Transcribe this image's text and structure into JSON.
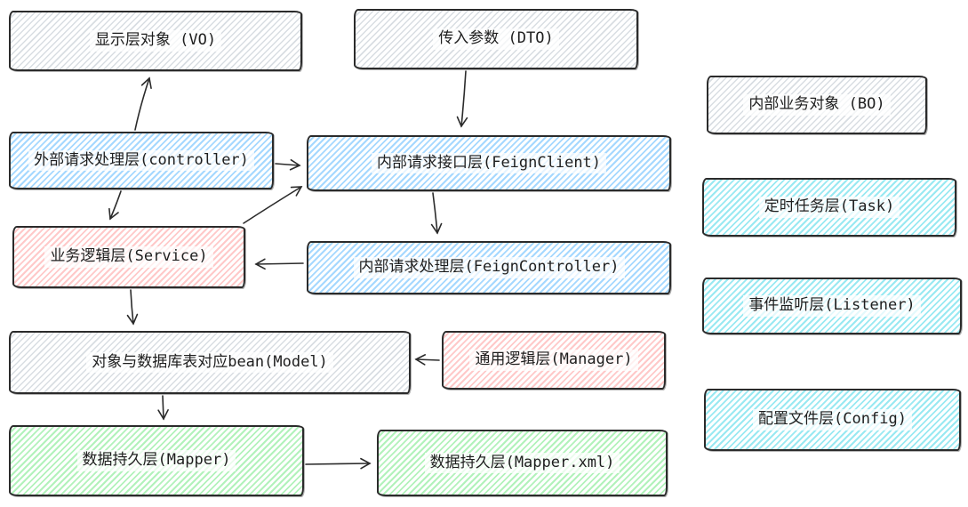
{
  "diagram": {
    "nodes": [
      {
        "id": "vo",
        "label": "显示层对象 (VO)",
        "fill": "gray"
      },
      {
        "id": "dto",
        "label": "传入参数 (DTO)",
        "fill": "gray"
      },
      {
        "id": "controller",
        "label": "外部请求处理层(controller)",
        "fill": "blue"
      },
      {
        "id": "feign-client",
        "label": "内部请求接口层(FeignClient)",
        "fill": "blue"
      },
      {
        "id": "service",
        "label": "业务逻辑层(Service)",
        "fill": "red"
      },
      {
        "id": "feign-controller",
        "label": "内部请求处理层(FeignController)",
        "fill": "blue"
      },
      {
        "id": "model",
        "label": "对象与数据库表对应bean(Model)",
        "fill": "gray"
      },
      {
        "id": "manager",
        "label": "通用逻辑层(Manager)",
        "fill": "red"
      },
      {
        "id": "mapper",
        "label": "数据持久层(Mapper)",
        "fill": "green"
      },
      {
        "id": "mapper-xml",
        "label": "数据持久层(Mapper.xml)",
        "fill": "green"
      },
      {
        "id": "bo",
        "label": "内部业务对象 (BO)",
        "fill": "gray"
      },
      {
        "id": "task",
        "label": "定时任务层(Task)",
        "fill": "cyan"
      },
      {
        "id": "listener",
        "label": "事件监听层(Listener)",
        "fill": "cyan"
      },
      {
        "id": "config",
        "label": "配置文件层(Config)",
        "fill": "cyan"
      }
    ],
    "edges": [
      {
        "from": "controller",
        "to": "vo"
      },
      {
        "from": "dto",
        "to": "feign-client"
      },
      {
        "from": "controller",
        "to": "feign-client"
      },
      {
        "from": "controller",
        "to": "service"
      },
      {
        "from": "service",
        "to": "feign-client"
      },
      {
        "from": "feign-client",
        "to": "feign-controller"
      },
      {
        "from": "feign-controller",
        "to": "service"
      },
      {
        "from": "service",
        "to": "model"
      },
      {
        "from": "manager",
        "to": "model"
      },
      {
        "from": "model",
        "to": "mapper"
      },
      {
        "from": "mapper",
        "to": "mapper-xml"
      }
    ],
    "palette": {
      "blue": "#a5d8ff",
      "red": "#ffc9c9",
      "green": "#b2f2bb",
      "cyan": "#99e9f2",
      "gray": "#d8dde2",
      "stroke": "#2b2b2b"
    }
  }
}
